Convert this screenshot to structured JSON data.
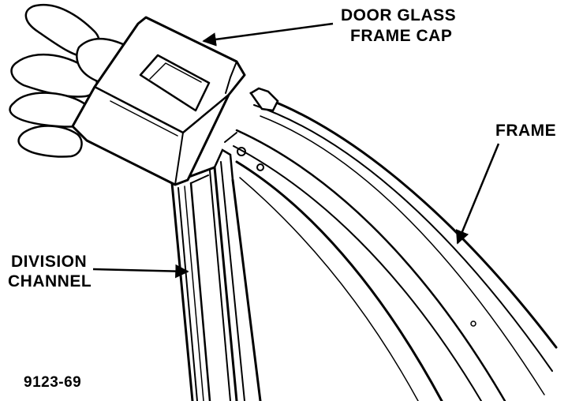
{
  "labels": {
    "cap_line1": "DOOR GLASS",
    "cap_line2": "FRAME CAP",
    "frame": "FRAME",
    "division_line1": "DIVISION",
    "division_line2": "CHANNEL"
  },
  "figure_number": "9123-69",
  "colors": {
    "ink": "#000000",
    "paper": "#ffffff"
  }
}
